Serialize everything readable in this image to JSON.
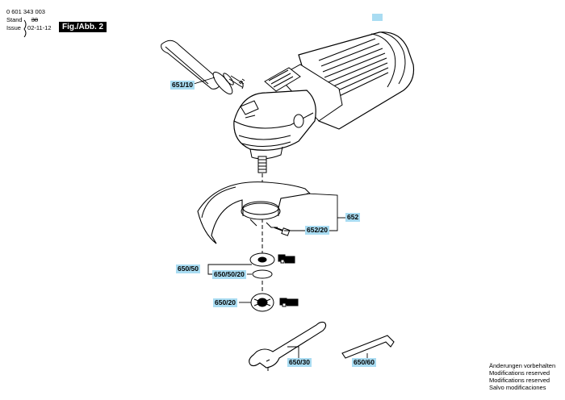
{
  "header": {
    "doc_number": "0 601 343 003",
    "stand_label": "Stand",
    "issue_label": "Issue",
    "revision_mark": "38",
    "date": "02-11-12",
    "figure_label": "Fig./Abb. 2"
  },
  "callouts": {
    "handle": "651/10",
    "guard": "652",
    "guard_screw": "652/20",
    "flange": "650/50",
    "flange_ring": "650/50/20",
    "nut": "650/20",
    "spanner": "650/30",
    "hex_key": "650/60"
  },
  "notice": [
    "Änderungen vorbehalten",
    "Modifications reserved",
    "Modifications reserved",
    "Salvo modificaciones"
  ],
  "colors": {
    "callout_fill": "#a9dcf2",
    "ink": "#000000"
  }
}
